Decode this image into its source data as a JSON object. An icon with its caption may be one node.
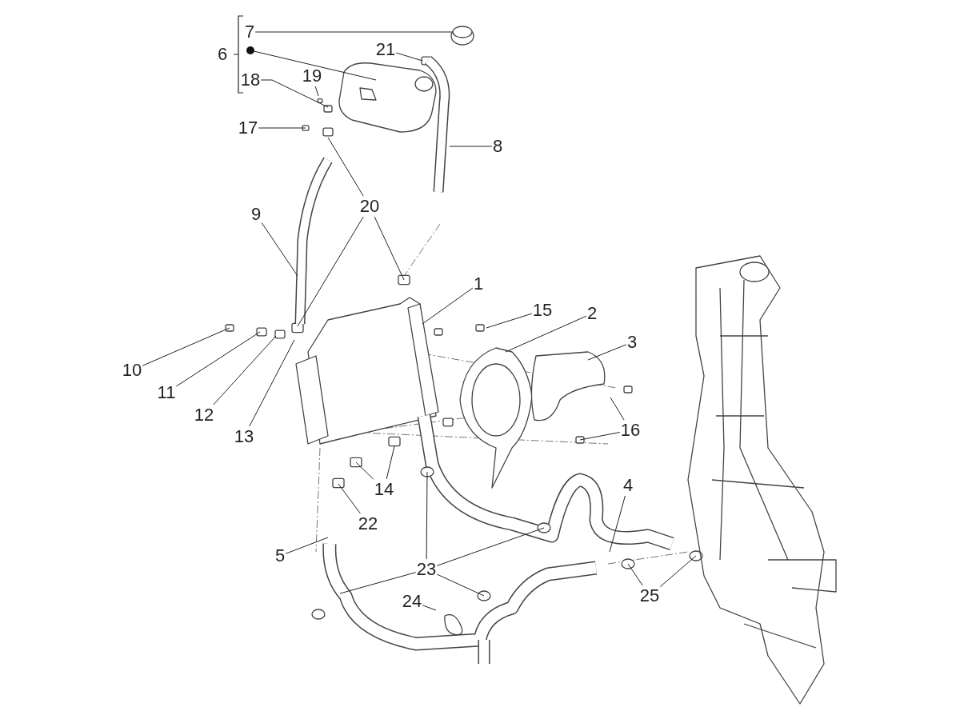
{
  "diagram": {
    "nodes": [
      {
        "text": [
          "7"
        ]
      },
      {
        "text": [],
        "shape": "circle"
      },
      {
        "text": [
          "21"
        ]
      },
      {
        "text": [
          "18"
        ]
      },
      {
        "text": [
          "19"
        ]
      },
      {
        "text": [
          "17"
        ]
      },
      {
        "text": [
          "8"
        ]
      },
      {
        "text": [
          "9"
        ]
      },
      {
        "text": [
          "20"
        ]
      },
      {
        "text": [
          "1"
        ]
      },
      {
        "text": [
          "15"
        ]
      },
      {
        "text": [
          "2"
        ]
      },
      {
        "text": [
          "3"
        ]
      },
      {
        "text": [
          "10"
        ]
      },
      {
        "text": [
          "11"
        ]
      },
      {
        "text": [
          "12"
        ]
      },
      {
        "text": [
          "16"
        ]
      },
      {
        "text": [
          "13"
        ]
      },
      {
        "text": [
          "14"
        ]
      },
      {
        "text": [
          "22"
        ]
      },
      {
        "text": [
          "4"
        ]
      },
      {
        "text": [
          "5"
        ]
      },
      {
        "text": [
          "23"
        ]
      },
      {
        "text": [
          "24"
        ]
      },
      {
        "text": [
          "25"
        ]
      }
    ],
    "edges": [
      {
        "from": 0,
        "to": null,
        "arrow": "none"
      },
      {
        "from": 1,
        "to": null,
        "arrow": "none"
      },
      {
        "from": 2,
        "to": null,
        "arrow": "none"
      },
      {
        "from": 3,
        "to": null,
        "arrow": "none"
      },
      {
        "from": 4,
        "to": null,
        "arrow": "none"
      },
      {
        "from": 5,
        "to": null,
        "arrow": "none"
      },
      {
        "from": 6,
        "to": null,
        "arrow": "none"
      },
      {
        "from": 7,
        "to": null,
        "arrow": "none"
      },
      {
        "from": 8,
        "to": null,
        "arrow": "none"
      },
      {
        "from": 8,
        "to": null,
        "arrow": "none"
      },
      {
        "from": 8,
        "to": null,
        "arrow": "none"
      },
      {
        "from": 9,
        "to": null,
        "arrow": "none"
      },
      {
        "from": 10,
        "to": null,
        "arrow": "none"
      },
      {
        "from": 11,
        "to": null,
        "arrow": "none"
      },
      {
        "from": 12,
        "to": null,
        "arrow": "none"
      },
      {
        "from": 13,
        "to": null,
        "arrow": "none"
      },
      {
        "from": 14,
        "to": null,
        "arrow": "none"
      },
      {
        "from": 15,
        "to": null,
        "arrow": "none"
      },
      {
        "from": 16,
        "to": null,
        "arrow": "none"
      },
      {
        "from": 16,
        "to": null,
        "arrow": "none"
      },
      {
        "from": 17,
        "to": null,
        "arrow": "none"
      },
      {
        "from": 18,
        "to": null,
        "arrow": "none"
      },
      {
        "from": 18,
        "to": null,
        "arrow": "none"
      },
      {
        "from": 19,
        "to": null,
        "arrow": "none"
      },
      {
        "from": 20,
        "to": null,
        "arrow": "none"
      },
      {
        "from": 21,
        "to": null,
        "arrow": "none"
      },
      {
        "from": 22,
        "to": null,
        "arrow": "none"
      },
      {
        "from": 22,
        "to": null,
        "arrow": "none"
      },
      {
        "from": 22,
        "to": null,
        "arrow": "none"
      },
      {
        "from": 22,
        "to": null,
        "arrow": "none"
      },
      {
        "from": 23,
        "to": null,
        "arrow": "none"
      },
      {
        "from": 24,
        "to": null,
        "arrow": "none"
      },
      {
        "from": 24,
        "to": null,
        "arrow": "none"
      }
    ],
    "labels": [
      "6"
    ]
  }
}
